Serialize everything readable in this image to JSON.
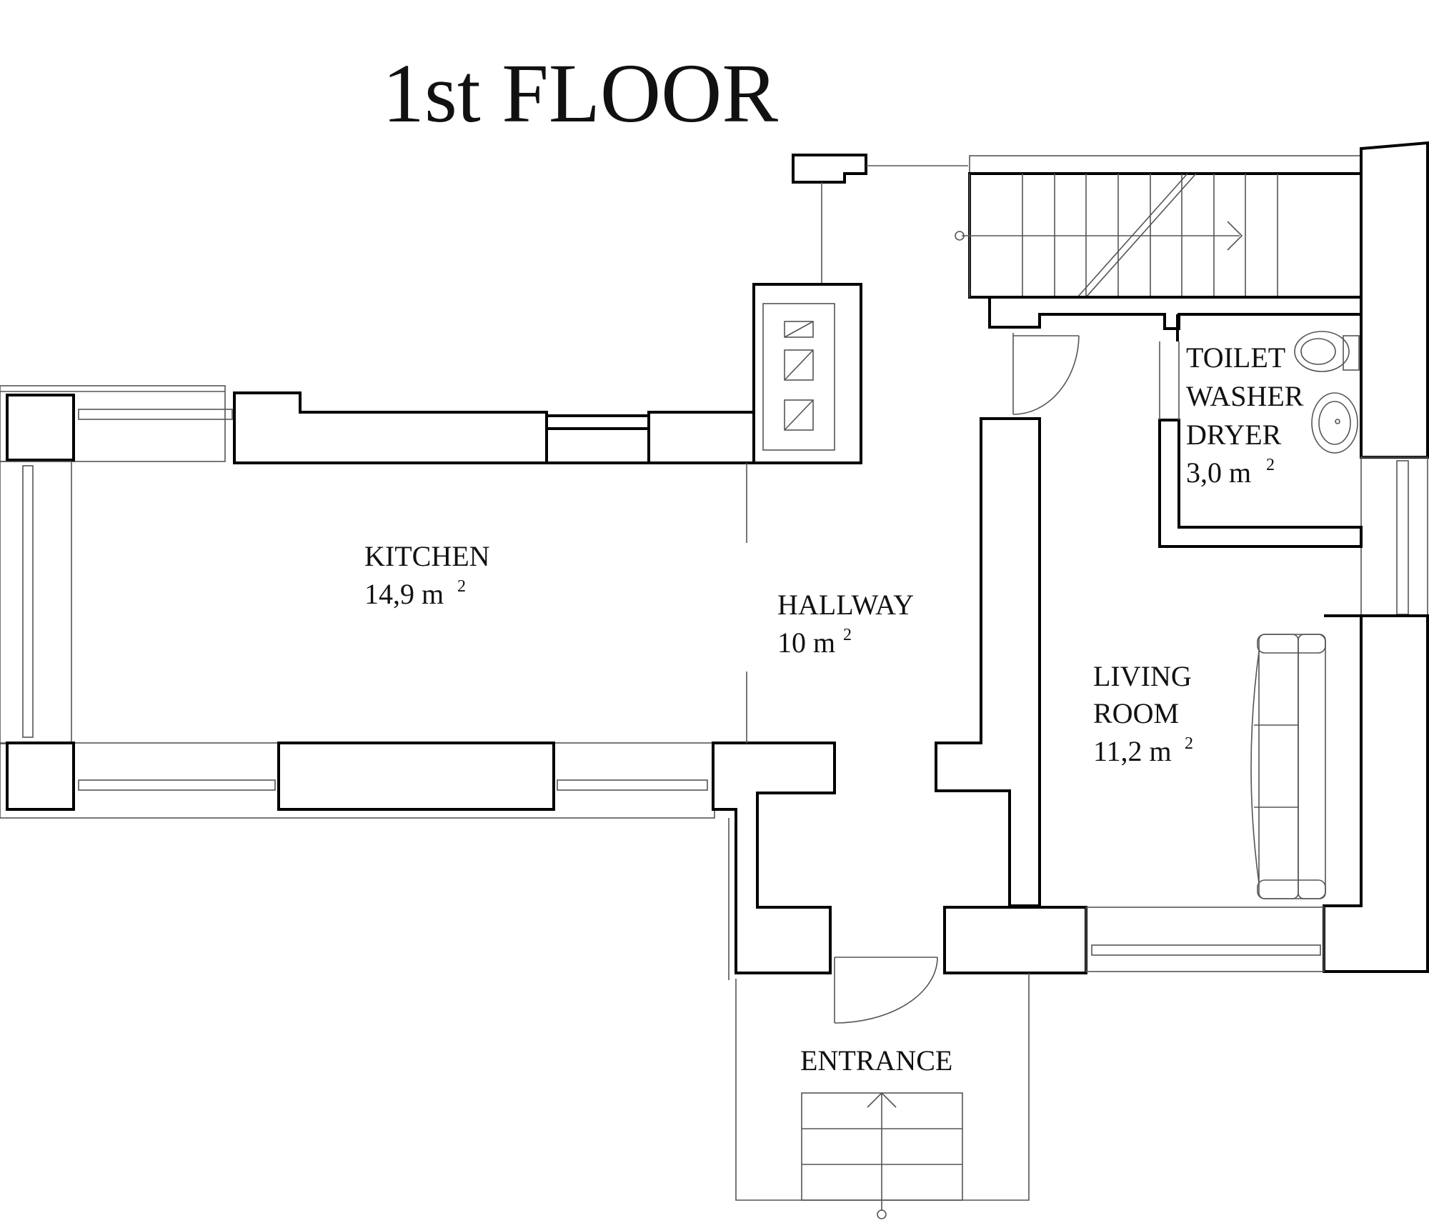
{
  "title": "1st FLOOR",
  "rooms": {
    "kitchen": {
      "name": "KITCHEN",
      "area": "14,9 m",
      "unit_sup": "2"
    },
    "hallway": {
      "name": "HALLWAY",
      "area": "10 m",
      "unit_sup": "2"
    },
    "toilet": {
      "name_line1": "TOILET",
      "name_line2": "WASHER",
      "name_line3": "DRYER",
      "area": "3,0 m",
      "unit_sup": "2"
    },
    "living": {
      "name_line1": "LIVING",
      "name_line2": "ROOM",
      "area": "11,2 m",
      "unit_sup": "2"
    },
    "entrance": {
      "name": "ENTRANCE"
    }
  }
}
